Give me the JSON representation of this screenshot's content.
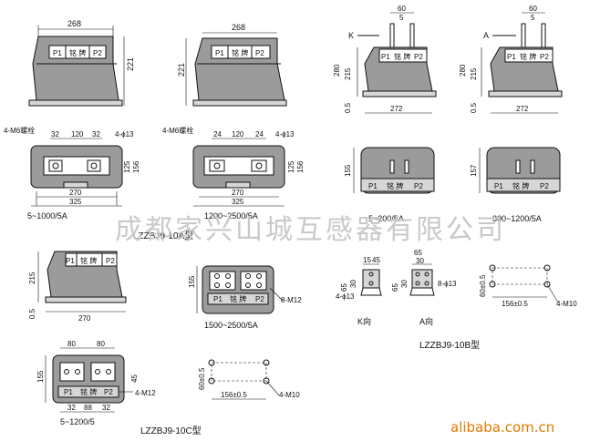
{
  "watermark": "成都家兴山城互感器有限公司",
  "brand": "alibaba.com.cn",
  "plate": {
    "p1": "P1",
    "p2": "P2",
    "name": "铭 牌"
  },
  "A": {
    "w": "268",
    "h": "221",
    "screw": "4-M6螺栓",
    "d1": "32",
    "d2": "120",
    "d3": "32",
    "hole": "4-ϕ13",
    "s1": "125",
    "s2": "156",
    "base1": "270",
    "base2": "325",
    "rating": "5~1000/5A"
  },
  "B": {
    "w": "268",
    "h": "221",
    "screw": "4-M6螺栓",
    "d1": "24",
    "d2": "120",
    "d3": "24",
    "hole": "4-ϕ13",
    "s1": "125",
    "s2": "156",
    "base1": "270",
    "base2": "325",
    "rating": "1200~2500/5A"
  },
  "model_a": "LZZBJ9-10A型",
  "C": {
    "d1": "60",
    "d2": "5",
    "k": "K",
    "h1": "280",
    "h2": "215",
    "bot": "0.5",
    "w": "272",
    "side": "155",
    "rating": "5~200/5A"
  },
  "D": {
    "d1": "60",
    "d2": "5",
    "a": "A",
    "h1": "280",
    "h2": "215",
    "bot": "0.5",
    "w": "272",
    "side": "157",
    "rating": "300~1200/5A"
  },
  "E": {
    "h": "215",
    "bot": "0.5",
    "w": "270"
  },
  "F": {
    "h": "155",
    "bolt": "8-M12",
    "rating": "1500~2500/5A"
  },
  "G": {
    "k_w1": "15",
    "k_w2": "45",
    "k_h1": "65",
    "k_h2": "30",
    "k_hole": "4-ϕ13",
    "a_w1": "65",
    "a_w2": "30",
    "a_h1": "65",
    "a_h2": "30",
    "a_hole": "8-ϕ13",
    "k_dir": "K向",
    "a_dir": "A向"
  },
  "H": {
    "v": "60±0.5",
    "hdim": "156±0.5",
    "bolt": "4-M10"
  },
  "model_b": "LZZBJ9-10B型",
  "I": {
    "w1": "80",
    "w2": "80",
    "h": "155",
    "g": "45",
    "bolt": "4-M12",
    "b1": "32",
    "b2": "88",
    "b3": "32",
    "rating": "5~1200/5"
  },
  "J": {
    "v": "60±0.5",
    "hdim": "156±0.5",
    "bolt": "4-M10"
  },
  "model_c": "LZZBJ9-10C型"
}
